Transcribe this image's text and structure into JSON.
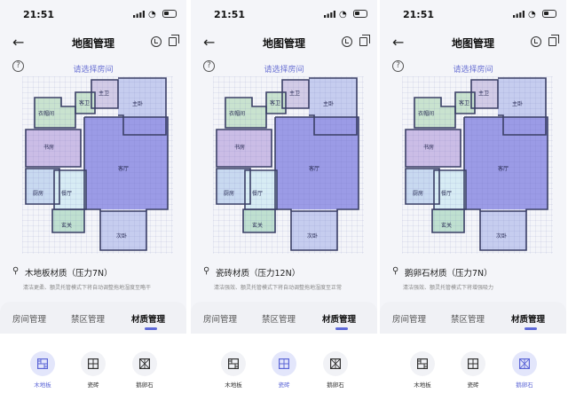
{
  "screens": [
    {
      "time": "21:51",
      "title": "地图管理",
      "prompt": "请选择房间",
      "help": "?",
      "material_name": "木地板材质（压力7N）",
      "material_desc": "清洁更柔、额灵托管模式下将自动调整拖地湿度至略干",
      "tabs": [
        "房间管理",
        "禁区管理",
        "材质管理"
      ],
      "options": [
        "木地板",
        "瓷砖",
        "鹅卵石"
      ],
      "selected_option": 0
    },
    {
      "time": "21:51",
      "title": "地图管理",
      "prompt": "请选择房间",
      "help": "?",
      "material_name": "瓷砖材质（压力12N）",
      "material_desc": "清洁强效、额灵托管模式下将自动调整拖地湿度至正常",
      "tabs": [
        "房间管理",
        "禁区管理",
        "材质管理"
      ],
      "options": [
        "木地板",
        "瓷砖",
        "鹅卵石"
      ],
      "selected_option": 1
    },
    {
      "time": "21:51",
      "title": "地图管理",
      "prompt": "请选择房间",
      "help": "?",
      "material_name": "鹅卵石材质（压力7N）",
      "material_desc": "清洁强效、额灵托管模式下将增强吸力",
      "tabs": [
        "房间管理",
        "禁区管理",
        "材质管理"
      ],
      "options": [
        "木地板",
        "瓷砖",
        "鹅卵石"
      ],
      "selected_option": 2
    }
  ],
  "rooms": [
    "主卫",
    "客卫",
    "主卧",
    "衣帽间",
    "书房",
    "客厅",
    "厨房",
    "餐厅",
    "玄关",
    "次卧"
  ],
  "colors": {
    "accent": "#5f6ad8",
    "living": "#9b9be6",
    "study": "#cbbde6",
    "bath": "#d2cbe6",
    "dressing": "#c9e3cf",
    "bedroom": "#c6cdef",
    "kitchen": "#c8d9f0",
    "dining": "#d7ecf4",
    "entry": "#bfe0d0",
    "wall": "#3a3f66"
  }
}
